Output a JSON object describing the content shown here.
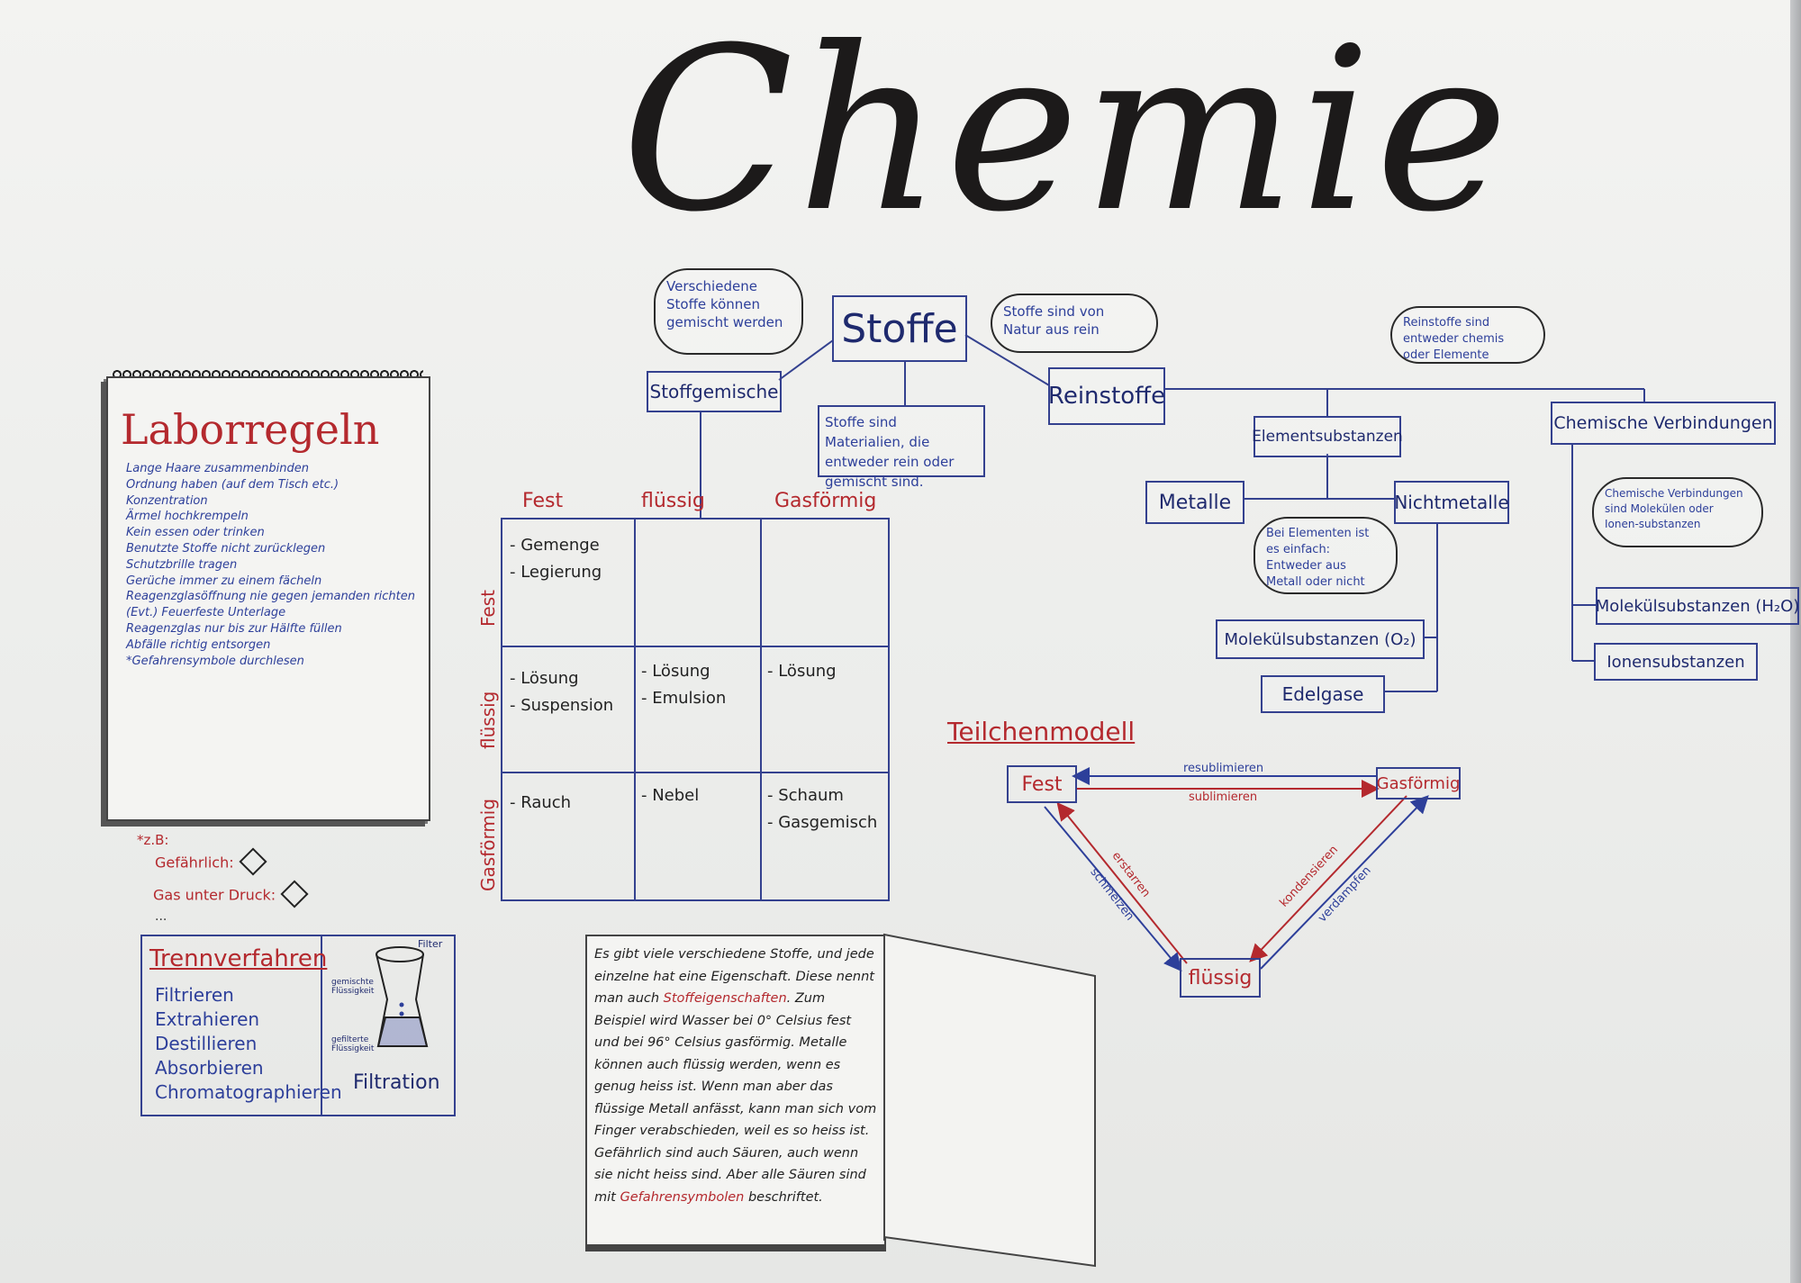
{
  "title": "Chemie",
  "stoffe": {
    "center": "Stoffe",
    "stoffgemische": "Stoffgemische",
    "reinstoffe": "Reinstoffe",
    "bubble_gemische": "Verschiedene Stoffe können gemischt werden",
    "bubble_rein": "Stoffe sind von Natur aus rein",
    "definition": "Stoffe sind Materialien, die entweder rein oder gemischt sind.",
    "bubble_reinstoffe": "Reinstoffe sind entweder chemis oder Elemente",
    "elementsubstanzen": "Elementsubstanzen",
    "metalle": "Metalle",
    "nichtmetalle": "Nichtmetalle",
    "bubble_elemente": "Bei Elementen ist es einfach: Entweder aus Metall oder nicht",
    "molekuel_o2": "Molekülsubstanzen (O₂)",
    "edelgase": "Edelgase",
    "chemische_verbindungen": "Chemische Verbindungen",
    "bubble_verbindungen": "Chemische Verbindungen sind Molekülen oder Ionen-substanzen",
    "molekuel_h2o": "Molekülsubstanzen (H₂O)",
    "ionensubstanzen": "Ionensubstanzen"
  },
  "laborregeln": {
    "title": "Laborregeln",
    "rules": [
      "Lange Haare zusammenbinden",
      "Ordnung haben (auf dem Tisch etc.)",
      "Konzentration",
      "Ärmel hochkrempeln",
      "Kein essen oder trinken",
      "Benutzte Stoffe nicht zurücklegen",
      "Schutzbrille tragen",
      "Gerüche immer zu einem fächeln",
      "Reagenzglasöffnung nie gegen jemanden richten",
      "(Evt.) Feuerfeste Unterlage",
      "Reagenzglas nur bis zur Hälfte füllen",
      "Abfälle richtig entsorgen",
      "*Gefahrensymbole durchlesen"
    ],
    "example_label": "*z.B:",
    "example_danger": "Gefährlich:",
    "example_gas": "Gas unter Druck:",
    "example_more": "..."
  },
  "trennverfahren": {
    "title": "Trennverfahren",
    "methods": [
      "Filtrieren",
      "Extrahieren",
      "Destillieren",
      "Absorbieren",
      "Chromatographieren"
    ],
    "filtration": "Filtration",
    "filter": "Filter",
    "liquid_a": "gemischte Flüssigkeit",
    "liquid_b": "gefilterte Flüssigkeit"
  },
  "grid": {
    "cols": [
      "Fest",
      "flüssig",
      "Gasförmig"
    ],
    "rows": [
      "Fest",
      "flüssig",
      "Gasförmig"
    ],
    "cells": {
      "r0c0": [
        "- Gemenge",
        "- Legierung"
      ],
      "r1c0": [
        "- Lösung",
        "- Suspension"
      ],
      "r1c1": [
        "- Lösung",
        "- Emulsion"
      ],
      "r1c2": [
        "- Lösung"
      ],
      "r2c0": [
        "- Rauch"
      ],
      "r2c1": [
        "- Nebel"
      ],
      "r2c2": [
        "- Schaum",
        "- Gasgemisch"
      ]
    }
  },
  "book": {
    "p1": "Es gibt viele verschiedene Stoffe, und jede einzelne hat eine Eigenschaft. Diese nennt man auch ",
    "p1_red": "Stoffeigenschaften",
    "p2": ". Zum Beispiel wird Wasser bei 0° Celsius fest und bei 96° Celsius gasförmig. Metalle können auch flüssig werden, wenn es genug heiss ist. Wenn man aber das flüssige Metall anfässt, kann man sich vom Finger verabschieden, weil es so heiss ist.",
    "p3": "Gefährlich sind auch Säuren, auch wenn sie nicht heiss sind. Aber alle Säuren sind mit ",
    "p3_red": "Gefahrensymbolen",
    "p4": " beschriftet."
  },
  "teilchenmodell": {
    "title": "Teilchenmodell",
    "fest": "Fest",
    "gas": "Gasförmig",
    "fluessig": "flüssig",
    "resublimieren": "resublimieren",
    "sublimieren": "sublimieren",
    "erstarren": "erstarren",
    "schmelzen": "schmelzen",
    "kondensieren": "kondensieren",
    "verdampfen": "verdampfen"
  },
  "colors": {
    "ink_blue": "#2d3f9a",
    "ink_red": "#b4292e",
    "ink_black": "#1c1a1a",
    "paper": "#f0f0ee"
  }
}
